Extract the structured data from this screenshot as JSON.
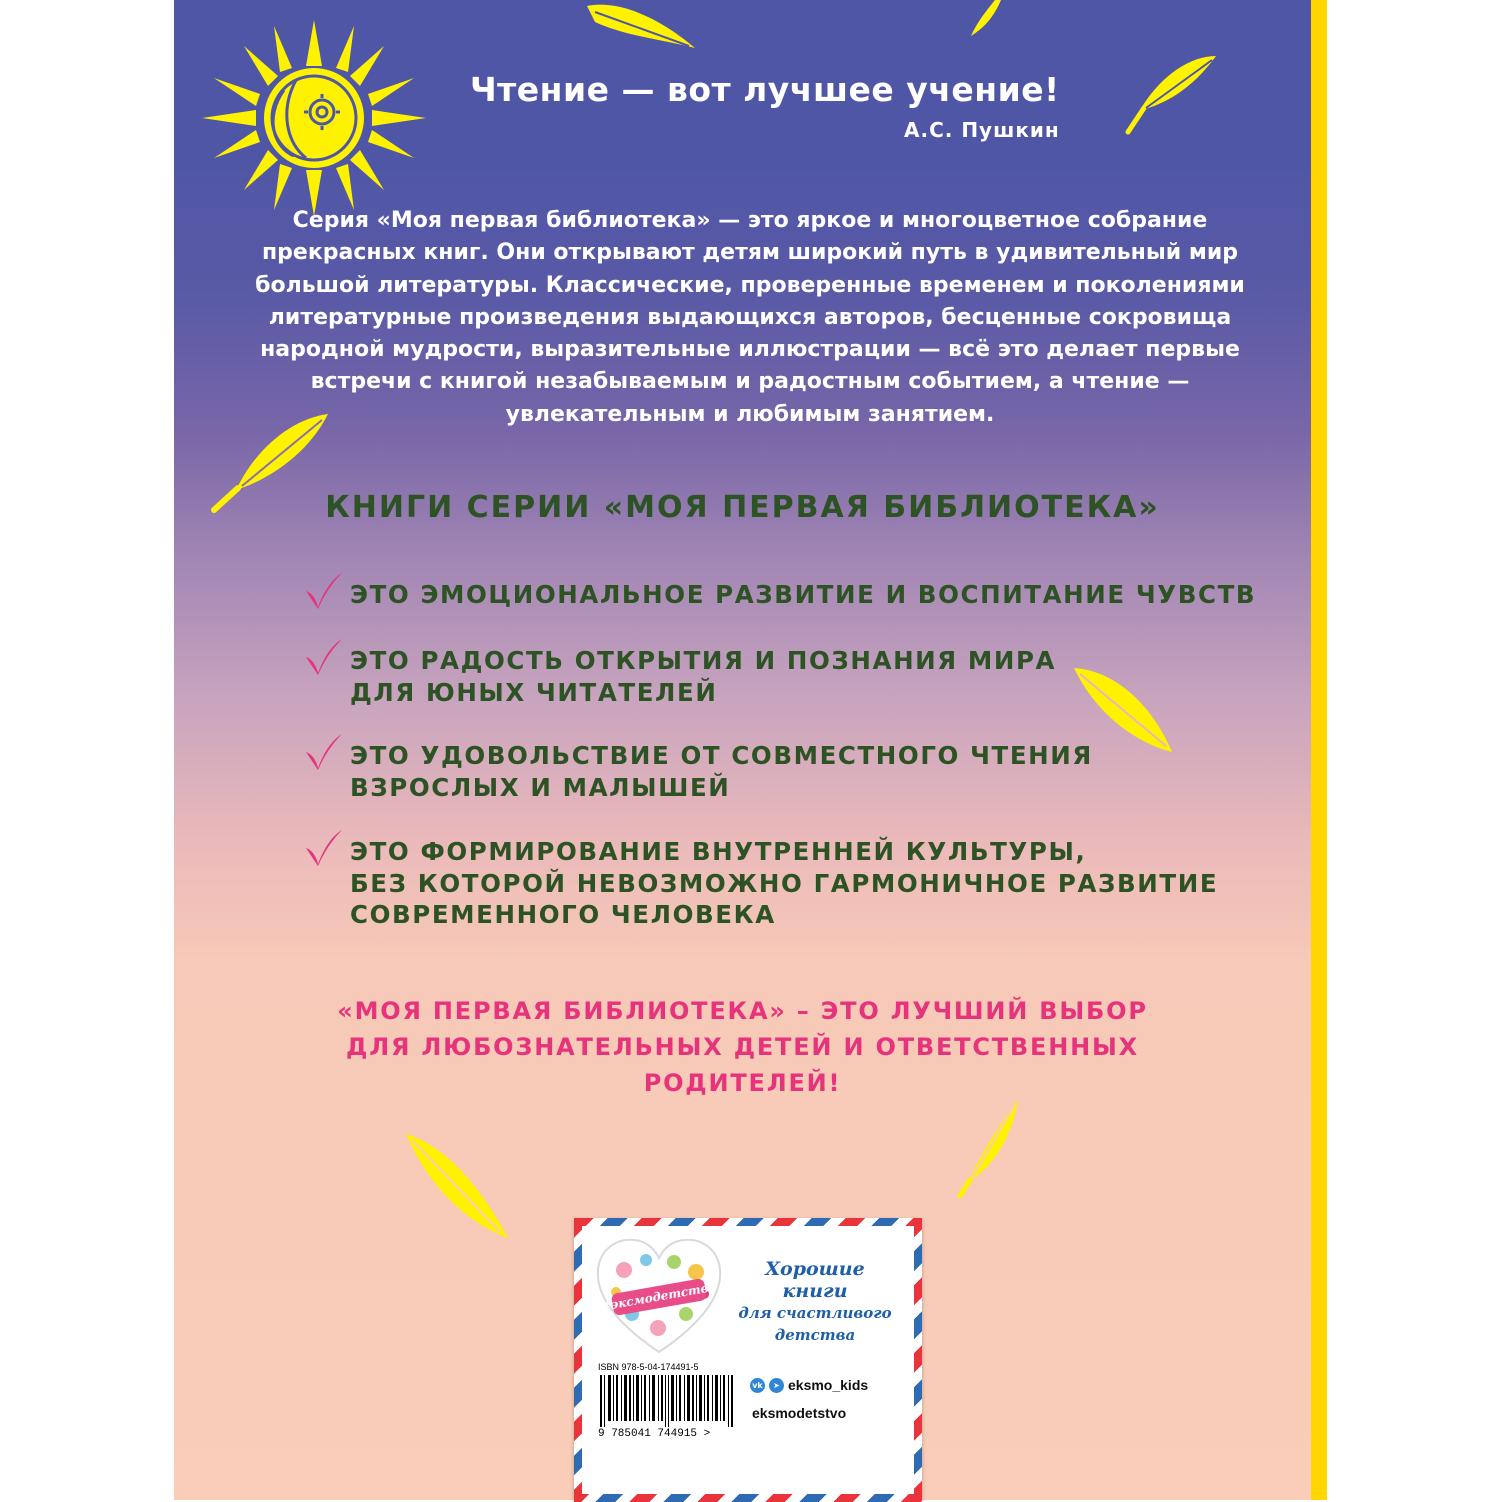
{
  "colors": {
    "cover_top": "#4f56a6",
    "cover_bottom": "#f9cdb8",
    "spine": "#ffd600",
    "decor_yellow": "#fff200",
    "title_green": "#2d5224",
    "accent_pink": "#e6337c",
    "stamp_red": "#e8343a",
    "stamp_blue": "#2f6bb3"
  },
  "header": {
    "quote": "Чтение — вот лучшее учение!",
    "author": "А.С. Пушкин"
  },
  "intro": {
    "lines": [
      "Серия «Моя первая библиотека» — это яркое и многоцветное собрание",
      "прекрасных книг. Они открывают детям широкий путь в удивительный мир",
      "большой литературы. Классические, проверенные временем и поколениями",
      "литературные произведения выдающихся авторов, бесценные сокровища",
      "народной мудрости, выразительные иллюстрации — всё это делает первые",
      "встречи с книгой незабываемым и радостным событием, а чтение —",
      "увлекательным и любимым занятием."
    ]
  },
  "series": {
    "title": "КНИГИ СЕРИИ «МОЯ ПЕРВАЯ БИБЛИОТЕКА»",
    "features": [
      {
        "lines": [
          "ЭТО ЭМОЦИОНАЛЬНОЕ РАЗВИТИЕ И ВОСПИТАНИЕ ЧУВСТВ"
        ]
      },
      {
        "lines": [
          "ЭТО РАДОСТЬ ОТКРЫТИЯ И ПОЗНАНИЯ МИРА",
          "ДЛЯ ЮНЫХ ЧИТАТЕЛЕЙ"
        ]
      },
      {
        "lines": [
          "ЭТО УДОВОЛЬСТВИЕ ОТ СОВМЕСТНОГО ЧТЕНИЯ",
          "ВЗРОСЛЫХ И МАЛЫШЕЙ"
        ]
      },
      {
        "lines": [
          "ЭТО ФОРМИРОВАНИЕ ВНУТРЕННЕЙ КУЛЬТУРЫ,",
          "БЕЗ КОТОРОЙ НЕВОЗМОЖНО ГАРМОНИЧНОЕ РАЗВИТИЕ",
          "СОВРЕМЕННОГО ЧЕЛОВЕКА"
        ]
      }
    ]
  },
  "closing": {
    "lines": [
      "«МОЯ ПЕРВАЯ БИБЛИОТЕКА» – ЭТО ЛУЧШИЙ ВЫБОР",
      "ДЛЯ ЛЮБОЗНАТЕЛЬНЫХ ДЕТЕЙ И ОТВЕТСТВЕННЫХ",
      "РОДИТЕЛЕЙ!"
    ]
  },
  "sticker": {
    "hashtag": "#эксмодетство",
    "slogan": {
      "line1": "Хорошие",
      "line2": "книги",
      "line3": "для счастливого",
      "line4": "детства"
    },
    "isbn_label": "ISBN 978-5-04-174491-5",
    "barcode_digits": "9 785041 744915 >",
    "social": {
      "icons": [
        "vk-icon",
        "telegram-icon"
      ],
      "handle1": "eksmo_kids",
      "handle2": "eksmodetstvo"
    }
  }
}
